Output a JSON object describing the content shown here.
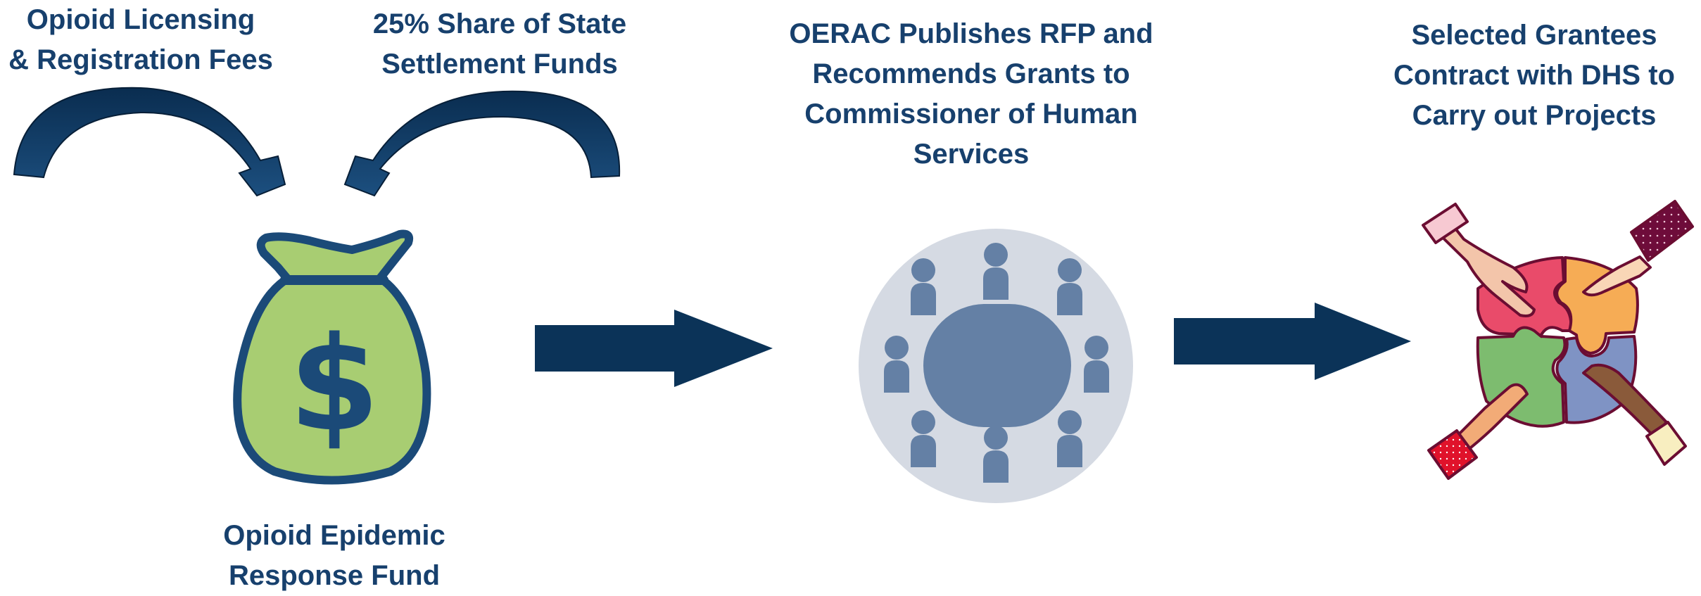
{
  "sources": [
    {
      "lines": [
        "Opioid Licensing",
        "& Registration Fees"
      ]
    },
    {
      "lines": [
        "25% Share of State",
        "Settlement Funds"
      ]
    }
  ],
  "fund": {
    "lines": [
      "Opioid Epidemic",
      "Response Fund"
    ]
  },
  "steps": [
    {
      "lines": [
        "OERAC Publishes RFP and",
        "Recommends Grants to",
        "Commissioner of Human",
        "Services"
      ]
    },
    {
      "lines": [
        "Selected Grantees",
        "Contract with DHS to",
        "Carry out Projects"
      ]
    }
  ],
  "colors": {
    "label_text": "#17406d",
    "arrow_navy": "#0b3358",
    "bag_green": "#a8cd72",
    "bag_outline": "#1b4a78",
    "table_circle": "#d5dae3",
    "table_figures": "#6480a5"
  },
  "icons": {
    "money_bag": "money-bag-icon",
    "meeting": "meeting-table-icon",
    "puzzle": "puzzle-hands-icon"
  }
}
